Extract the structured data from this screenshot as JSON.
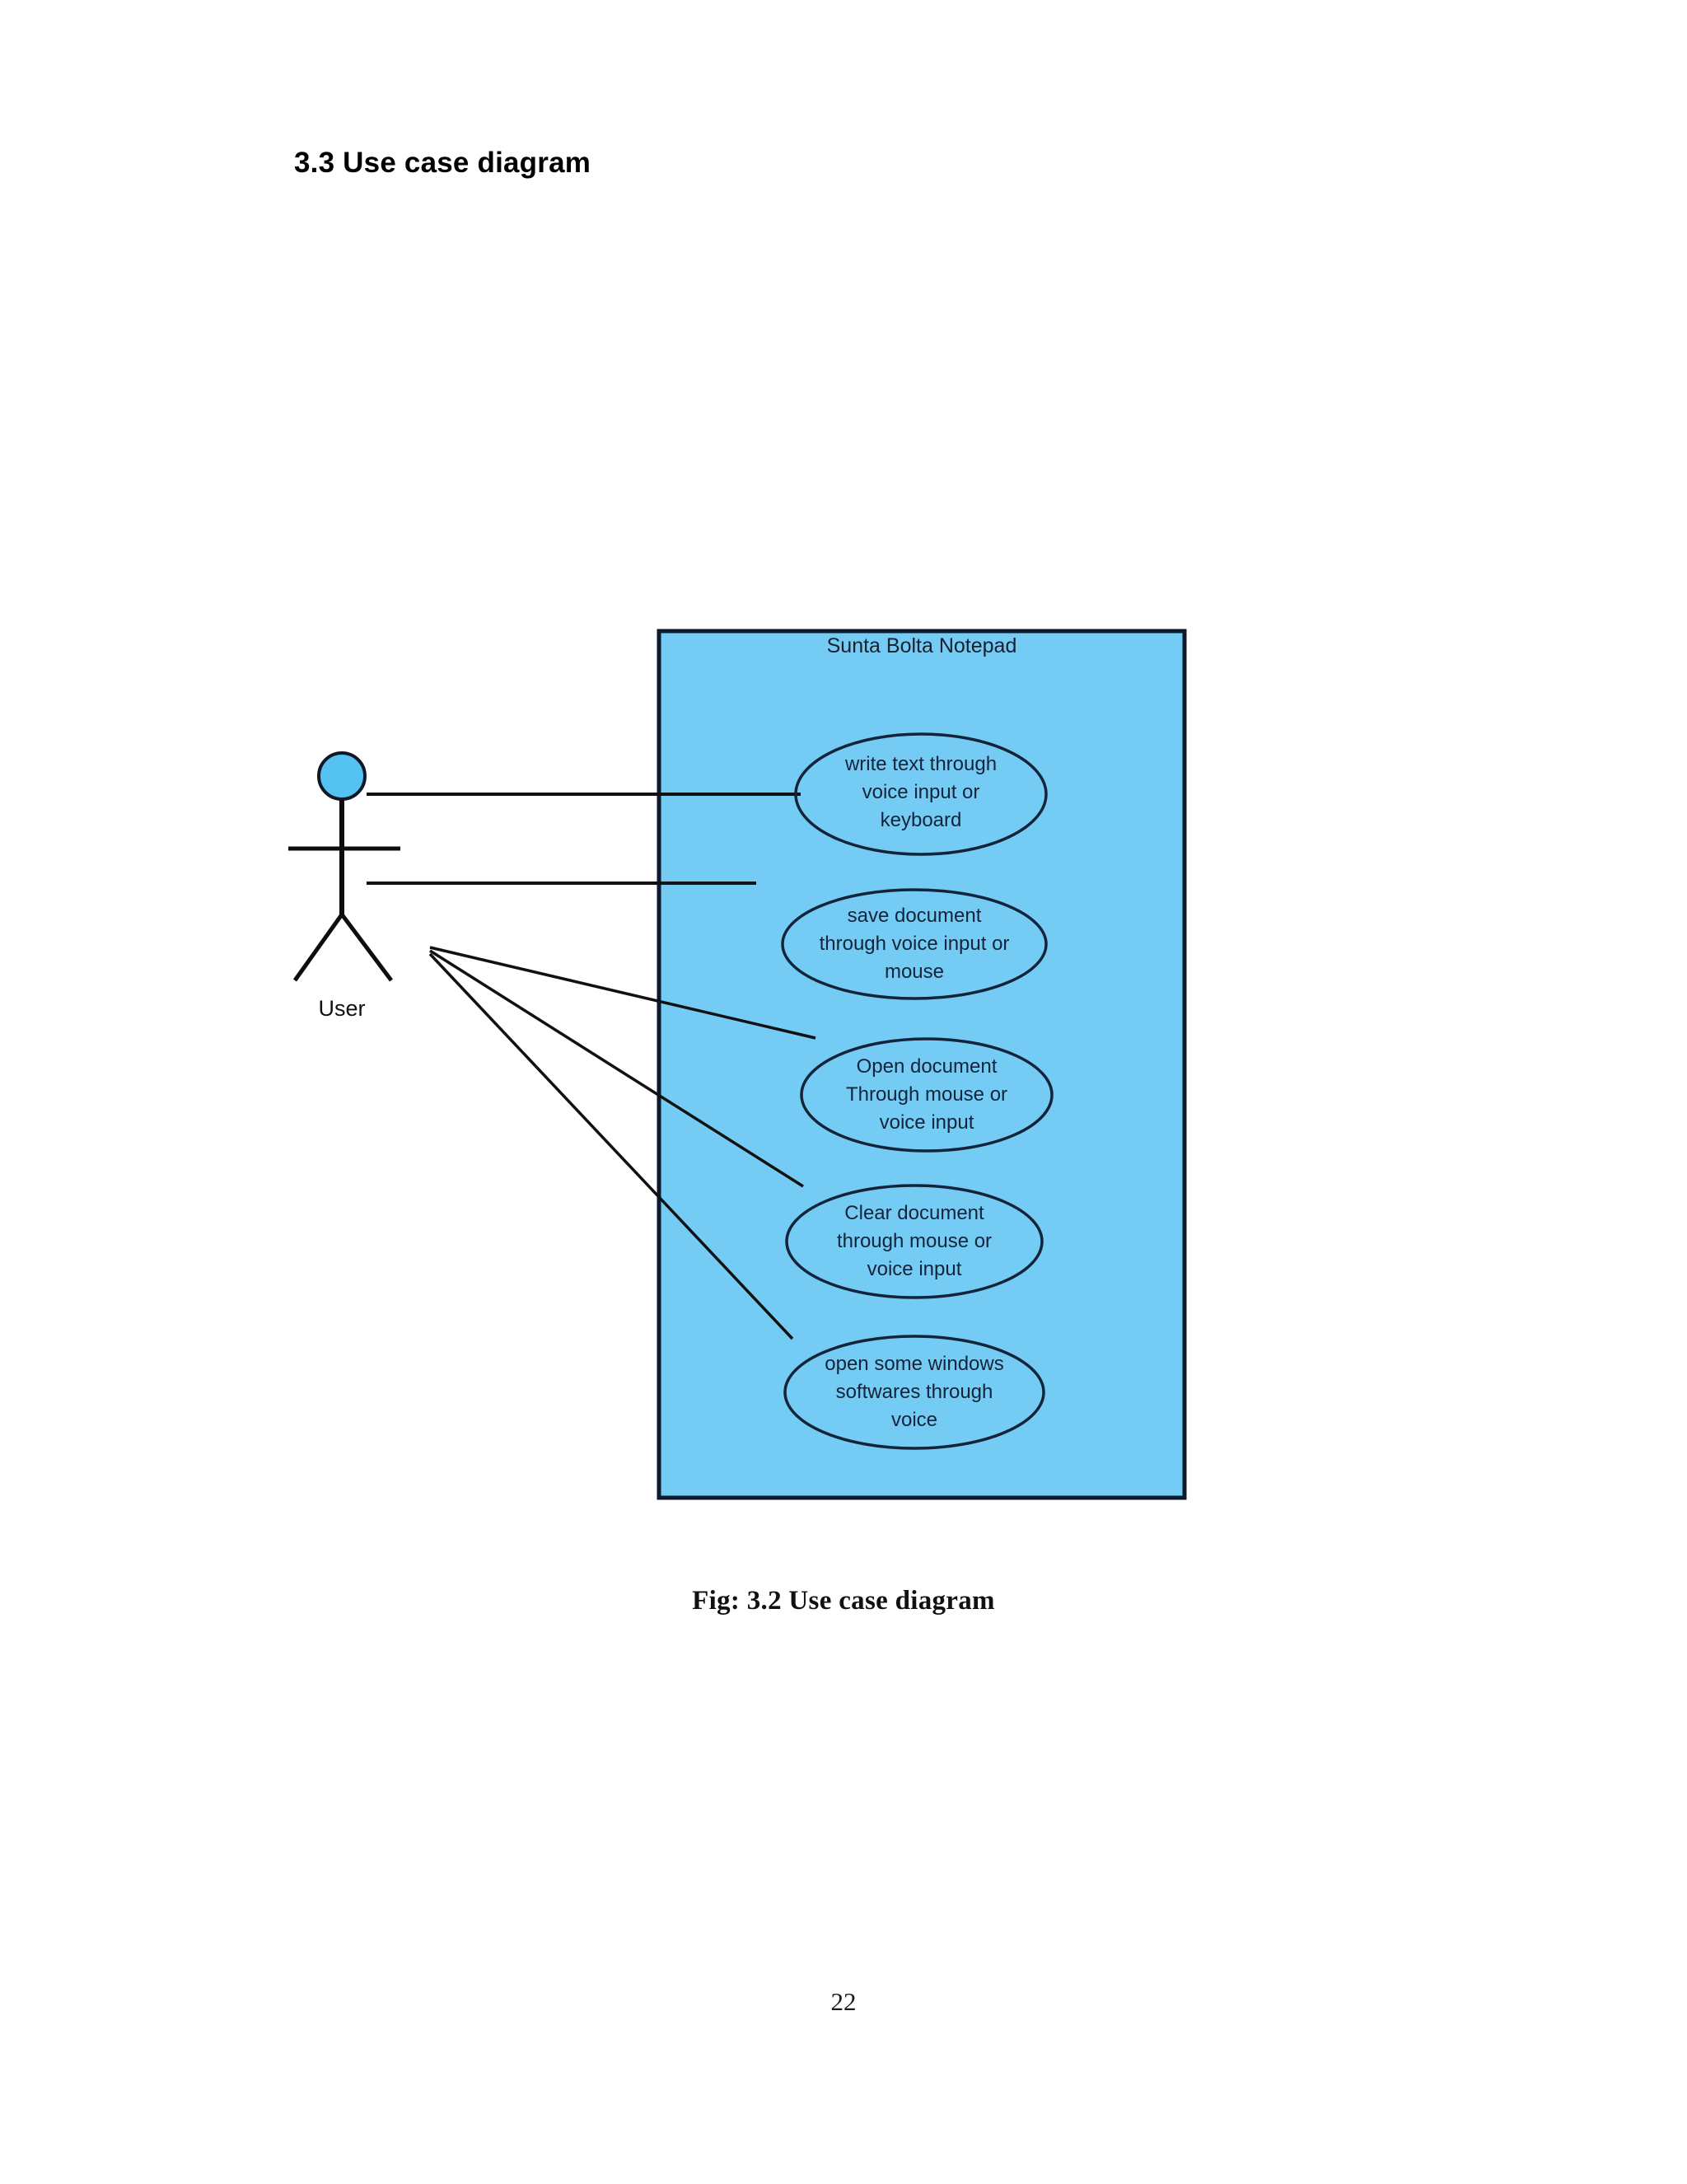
{
  "document": {
    "section_heading": "3.3 Use case diagram",
    "figure_caption": "Fig: 3.2 Use case diagram",
    "page_number": "22"
  },
  "diagram": {
    "type": "uml-use-case",
    "boundary_title": "Sunta Bolta Notepad",
    "boundary_fill": "#74ccf5",
    "boundary_stroke": "#0d1a2b",
    "actor": {
      "label": "User",
      "head_fill": "#55c3f2",
      "stroke": "#0d0d0d"
    },
    "use_cases": [
      {
        "id": "uc-write-text",
        "lines": [
          "write text through",
          "voice input or",
          "keyboard"
        ]
      },
      {
        "id": "uc-save-document",
        "lines": [
          "save document",
          "through voice input or",
          "mouse"
        ]
      },
      {
        "id": "uc-open-document",
        "lines": [
          "Open document",
          "Through mouse or",
          "voice input"
        ]
      },
      {
        "id": "uc-clear-document",
        "lines": [
          "Clear document",
          "through mouse or",
          "voice input"
        ]
      },
      {
        "id": "uc-open-windows-software",
        "lines": [
          "open some windows",
          "softwares through",
          "voice"
        ]
      }
    ],
    "associations": [
      {
        "id": "assoc-user-write-text",
        "from": "User",
        "to": "uc-write-text"
      },
      {
        "id": "assoc-user-save-document",
        "from": "User",
        "to": "uc-save-document"
      },
      {
        "id": "assoc-user-open-document",
        "from": "User",
        "to": "uc-open-document"
      },
      {
        "id": "assoc-user-clear-document",
        "from": "User",
        "to": "uc-clear-document"
      },
      {
        "id": "assoc-user-open-windows-software",
        "from": "User",
        "to": "uc-open-windows-software"
      }
    ]
  }
}
